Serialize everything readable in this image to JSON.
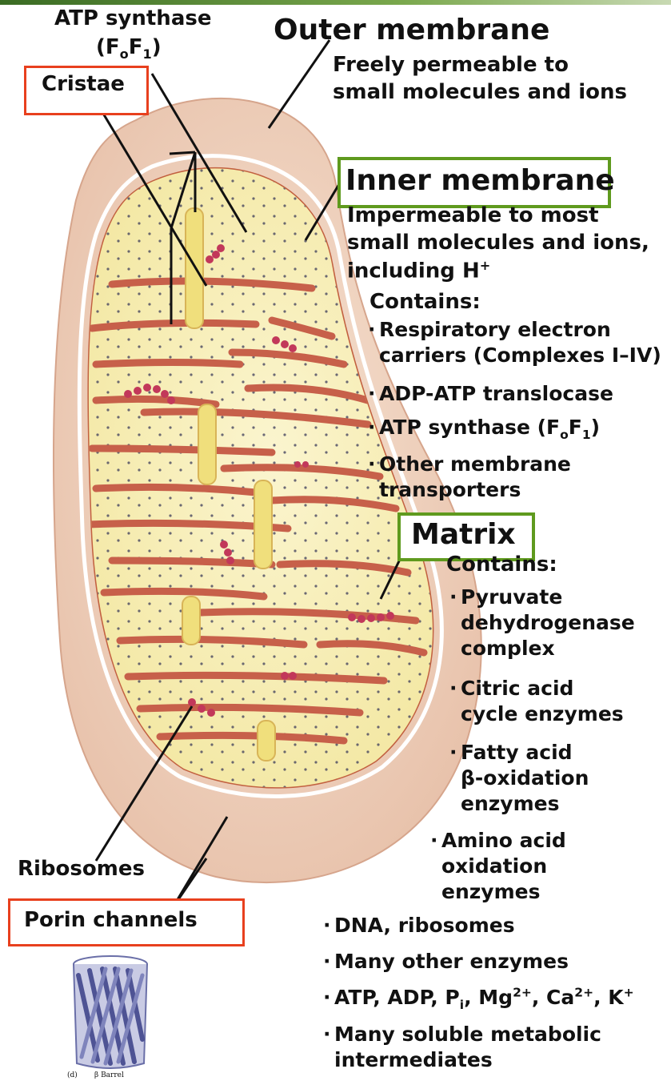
{
  "labels": {
    "atp_synthase": "ATP synthase",
    "atp_synthase_sub": "(F",
    "atp_synthase_sub_o": "o",
    "atp_synthase_F": "F",
    "atp_synthase_one": "1",
    "atp_synthase_close": ")",
    "cristae": "Cristae",
    "outer_membrane": "Outer membrane",
    "outer_desc_1": "Freely permeable to",
    "outer_desc_2": "small molecules and ions",
    "inner_membrane": "Inner membrane",
    "inner_desc_1": "Impermeable to most",
    "inner_desc_2": "small molecules and ions,",
    "inner_desc_3": "including H",
    "inner_desc_3_sup": "+",
    "inner_contains": "Contains:",
    "matrix": "Matrix",
    "matrix_contains": "Contains:",
    "ribosomes": "Ribosomes",
    "porin_channels": "Porin channels",
    "barrel_caption_d": "(d)",
    "barrel_caption": "β Barrel"
  },
  "inner_items": [
    [
      "Respiratory electron",
      "carriers (Complexes I–IV)"
    ],
    [
      "ADP-ATP translocase"
    ],
    [
      "Other membrane",
      "transporters"
    ]
  ],
  "inner_atp_item": {
    "pre": "ATP synthase (F",
    "sub1": "o",
    "mid": "F",
    "sub2": "1",
    "post": ")"
  },
  "matrix_items": [
    [
      "Pyruvate",
      "dehydrogenase",
      "complex"
    ],
    [
      "Citric acid",
      "cycle enzymes"
    ],
    [
      "Fatty acid",
      "β-oxidation",
      "enzymes"
    ],
    [
      "Amino acid",
      "oxidation",
      "enzymes"
    ]
  ],
  "bottom_items": {
    "dna": "DNA, ribosomes",
    "other_enzymes": "Many other enzymes",
    "soluble_1": "Many soluble metabolic",
    "soluble_2": "intermediates"
  },
  "ions_item": {
    "a": "ATP, ADP, P",
    "a_sub": "i",
    "b": ", Mg",
    "b_sup": "2+",
    "c": ", Ca",
    "c_sup": "2+",
    "d": ", K",
    "d_sup": "+"
  },
  "colors": {
    "outer_membrane": "#f2d9c6",
    "inner_membrane": "#d9735c",
    "matrix": "#f8f0b6",
    "cristae": "#f0e07e",
    "ribosome": "#c2385a",
    "red_box": "#e8401e",
    "green_box": "#5f9a1e",
    "barrel": "#6a6fa8"
  }
}
